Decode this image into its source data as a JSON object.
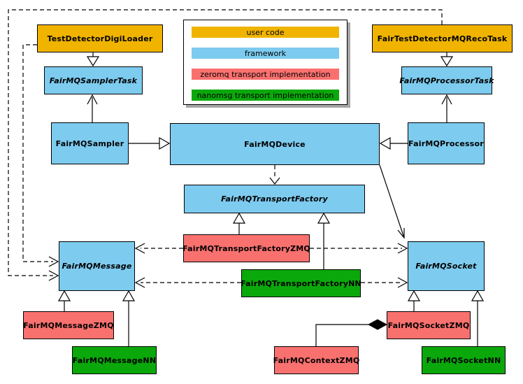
{
  "colors": {
    "user_code": "#F0B400",
    "framework": "#7DCBEF",
    "zeromq": "#F9716F",
    "nanomsg": "#0BA80B",
    "line": "#000000",
    "legend_shadow": "#A6A6A6"
  },
  "legend": {
    "items": [
      {
        "label": "user code",
        "layer": "user_code"
      },
      {
        "label": "framework",
        "layer": "framework"
      },
      {
        "label": "zeromq transport implementation",
        "layer": "zeromq"
      },
      {
        "label": "nanomsg transport implementation",
        "layer": "nanomsg"
      }
    ]
  },
  "nodes": {
    "testDetectorDigiLoader": {
      "label": "TestDetectorDigiLoader",
      "layer": "user_code",
      "abstract": false
    },
    "fairTestDetectorMQRecoTask": {
      "label": "FairTestDetectorMQRecoTask",
      "layer": "user_code",
      "abstract": false
    },
    "fairMQSamplerTask": {
      "label": "FairMQSamplerTask",
      "layer": "framework",
      "abstract": true
    },
    "fairMQProcessorTask": {
      "label": "FairMQProcessorTask",
      "layer": "framework",
      "abstract": true
    },
    "fairMQSampler": {
      "label": "FairMQSampler",
      "layer": "framework",
      "abstract": false
    },
    "fairMQDevice": {
      "label": "FairMQDevice",
      "layer": "framework",
      "abstract": false
    },
    "fairMQProcessor": {
      "label": "FairMQProcessor",
      "layer": "framework",
      "abstract": false
    },
    "fairMQTransportFactory": {
      "label": "FairMQTransportFactory",
      "layer": "framework",
      "abstract": true
    },
    "fairMQTransportFactoryZMQ": {
      "label": "FairMQTransportFactoryZMQ",
      "layer": "zeromq",
      "abstract": false
    },
    "fairMQTransportFactoryNN": {
      "label": "FairMQTransportFactoryNN",
      "layer": "nanomsg",
      "abstract": false
    },
    "fairMQMessage": {
      "label": "FairMQMessage",
      "layer": "framework",
      "abstract": true
    },
    "fairMQSocket": {
      "label": "FairMQSocket",
      "layer": "framework",
      "abstract": true
    },
    "fairMQMessageZMQ": {
      "label": "FairMQMessageZMQ",
      "layer": "zeromq",
      "abstract": false
    },
    "fairMQMessageNN": {
      "label": "FairMQMessageNN",
      "layer": "nanomsg",
      "abstract": false
    },
    "fairMQSocketZMQ": {
      "label": "FairMQSocketZMQ",
      "layer": "zeromq",
      "abstract": false
    },
    "fairMQSocketNN": {
      "label": "FairMQSocketNN",
      "layer": "nanomsg",
      "abstract": false
    },
    "fairMQContextZMQ": {
      "label": "FairMQContextZMQ",
      "layer": "zeromq",
      "abstract": false
    }
  },
  "edges": [
    {
      "from": "TestDetectorDigiLoader",
      "to": "FairMQSamplerTask",
      "type": "generalization"
    },
    {
      "from": "FairTestDetectorMQRecoTask",
      "to": "FairMQProcessorTask",
      "type": "generalization"
    },
    {
      "from": "FairMQSampler",
      "to": "FairMQSamplerTask",
      "type": "association-arrow"
    },
    {
      "from": "FairMQProcessor",
      "to": "FairMQProcessorTask",
      "type": "association-arrow"
    },
    {
      "from": "FairMQSampler",
      "to": "FairMQDevice",
      "type": "generalization"
    },
    {
      "from": "FairMQProcessor",
      "to": "FairMQDevice",
      "type": "generalization"
    },
    {
      "from": "FairMQDevice",
      "to": "FairMQTransportFactory",
      "type": "dashed-dependency"
    },
    {
      "from": "FairMQDevice",
      "to": "FairMQSocket",
      "type": "association-arrow"
    },
    {
      "from": "FairMQTransportFactoryZMQ",
      "to": "FairMQTransportFactory",
      "type": "generalization"
    },
    {
      "from": "FairMQTransportFactoryNN",
      "to": "FairMQTransportFactory",
      "type": "generalization"
    },
    {
      "from": "FairMQTransportFactoryZMQ",
      "to": "FairMQMessage",
      "type": "dashed-dependency"
    },
    {
      "from": "FairMQTransportFactoryZMQ",
      "to": "FairMQSocket",
      "type": "dashed-dependency"
    },
    {
      "from": "FairMQTransportFactoryNN",
      "to": "FairMQMessage",
      "type": "dashed-dependency"
    },
    {
      "from": "FairMQTransportFactoryNN",
      "to": "FairMQSocket",
      "type": "dashed-dependency"
    },
    {
      "from": "TestDetectorDigiLoader",
      "to": "FairMQMessage",
      "type": "dashed-dependency"
    },
    {
      "from": "FairTestDetectorMQRecoTask",
      "to": "FairMQMessage",
      "type": "dashed-dependency"
    },
    {
      "from": "FairMQMessageZMQ",
      "to": "FairMQMessage",
      "type": "generalization"
    },
    {
      "from": "FairMQMessageNN",
      "to": "FairMQMessage",
      "type": "generalization"
    },
    {
      "from": "FairMQSocketZMQ",
      "to": "FairMQSocket",
      "type": "generalization"
    },
    {
      "from": "FairMQSocketNN",
      "to": "FairMQSocket",
      "type": "generalization"
    },
    {
      "from": "FairMQContextZMQ",
      "to": "FairMQSocketZMQ",
      "type": "composition"
    }
  ]
}
